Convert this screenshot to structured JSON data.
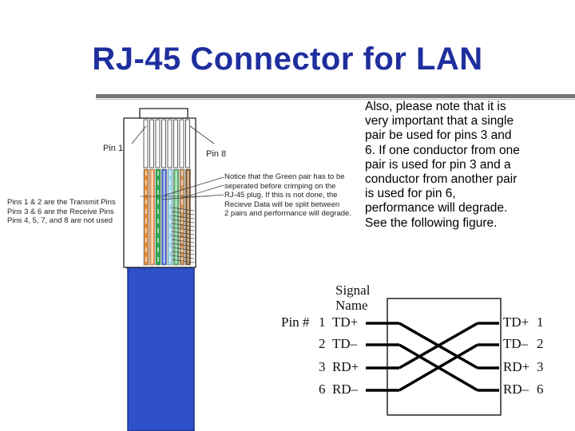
{
  "title": "RJ-45 Connector for LAN",
  "note_lines": [
    "Also, please note that it is",
    "very important that a single",
    "pair be used for pins 3 and",
    "6.  If one conductor from one",
    "pair is used for pin 3 and a",
    "conductor from another pair",
    "is used for pin 6,",
    "performance will degrade.",
    "See the following figure."
  ],
  "connector": {
    "pin1_label": "Pin 1",
    "pin8_label": "Pin 8",
    "pins_lines": [
      "Pins 1 & 2 are the Transmit Pins",
      "Pins 3 & 6 are the Receive Pins",
      "Pins 4, 5, 7, and 8 are not used"
    ],
    "green_note_lines": [
      "Notice that the Green pair has to be",
      "seperated before crimping on the",
      "RJ-45 plug. If this is not done, the",
      "Recieve Data will be split between",
      "2 pairs and performance will degrade."
    ],
    "wire_colors": [
      "#e08a3c",
      "#f0a060",
      "#2fa84f",
      "#4a6fd8",
      "#9fd8f0",
      "#5ec079",
      "#c8955a",
      "#8a5a2a"
    ],
    "cable_color": "#2e50c8"
  },
  "crossover": {
    "header_line1": "Signal",
    "header_line2": "Name",
    "pin_prefix": "Pin #",
    "left": [
      {
        "pin": "1",
        "signal": "TD+"
      },
      {
        "pin": "2",
        "signal": "TD–"
      },
      {
        "pin": "3",
        "signal": "RD+"
      },
      {
        "pin": "6",
        "signal": "RD–"
      }
    ],
    "right": [
      {
        "signal": "TD+",
        "pin": "1"
      },
      {
        "signal": "TD–",
        "pin": "2"
      },
      {
        "signal": "RD+",
        "pin": "3"
      },
      {
        "signal": "RD–",
        "pin": "6"
      }
    ]
  }
}
